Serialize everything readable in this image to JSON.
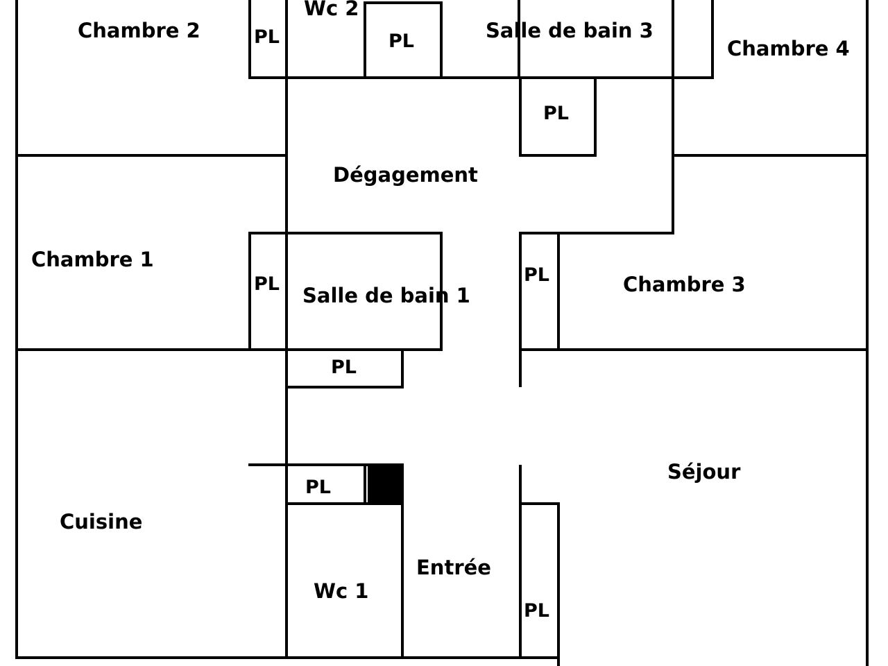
{
  "plan": {
    "colors": {
      "wall": "#000000",
      "background": "#ffffff",
      "duct_fill": "#000000"
    },
    "rooms": {
      "chambre2": "Chambre 2",
      "wc2": "Wc 2",
      "salle_de_bain3": "Salle de bain 3",
      "chambre4": "Chambre 4",
      "degagement": "Dégagement",
      "chambre1": "Chambre 1",
      "salle_de_bain1": "Salle de bain 1",
      "chambre3": "Chambre 3",
      "sejour": "Séjour",
      "cuisine": "Cuisine",
      "wc1": "Wc 1",
      "entree": "Entrée"
    },
    "closet_label": "PL"
  }
}
